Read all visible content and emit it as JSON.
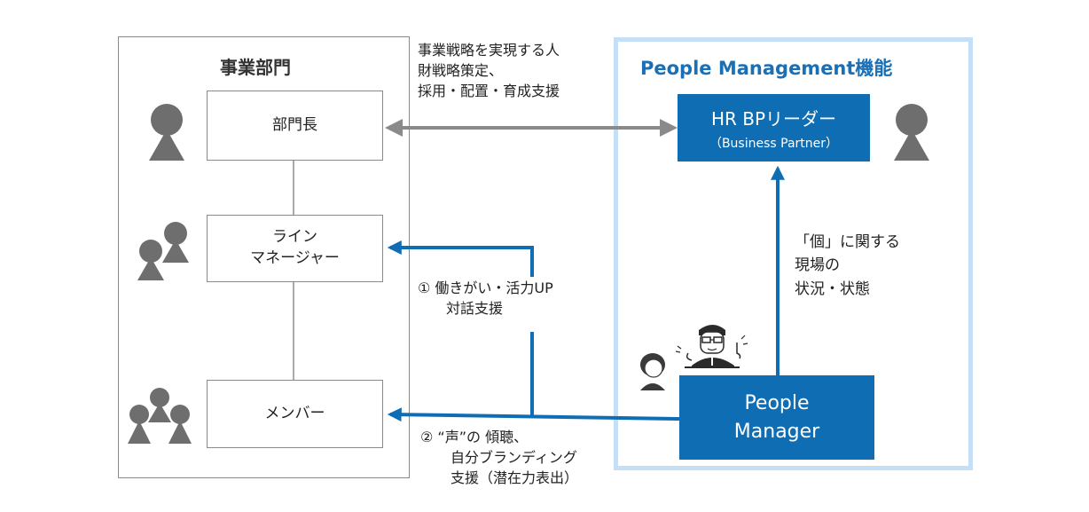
{
  "colors": {
    "accent_blue": "#0f6db4",
    "frame_light_blue": "#c5dff6",
    "person_gray": "#6e6e6e",
    "line_gray": "#8a8a8a"
  },
  "department": {
    "title": "事業部門",
    "head_label": "部門長",
    "line_manager_lines": [
      "ライン",
      "マネージャー"
    ],
    "member_label": "メンバー"
  },
  "people_management": {
    "title": "People Management機能",
    "hrbp_title": "HR BPリーダー",
    "hrbp_subtitle": "（Business Partner）",
    "people_manager_lines": [
      "People",
      "Manager"
    ]
  },
  "annotations": {
    "strategy_lines": [
      "事業戦略を実現する人",
      "財戦略策定、",
      "採用・配置・育成支援"
    ],
    "support1_lines": [
      "① 働きがい・活力UP",
      "対話支援"
    ],
    "support2_lines": [
      "② “声”の 傾聴、",
      "自分ブランディング",
      "支援（潜在力表出）"
    ],
    "individual_lines": [
      "「個」に関する",
      "現場の",
      "状況・状態"
    ]
  },
  "icons": [
    "person-icon",
    "two-persons-icon",
    "three-persons-icon",
    "talking-persons-illustration"
  ]
}
